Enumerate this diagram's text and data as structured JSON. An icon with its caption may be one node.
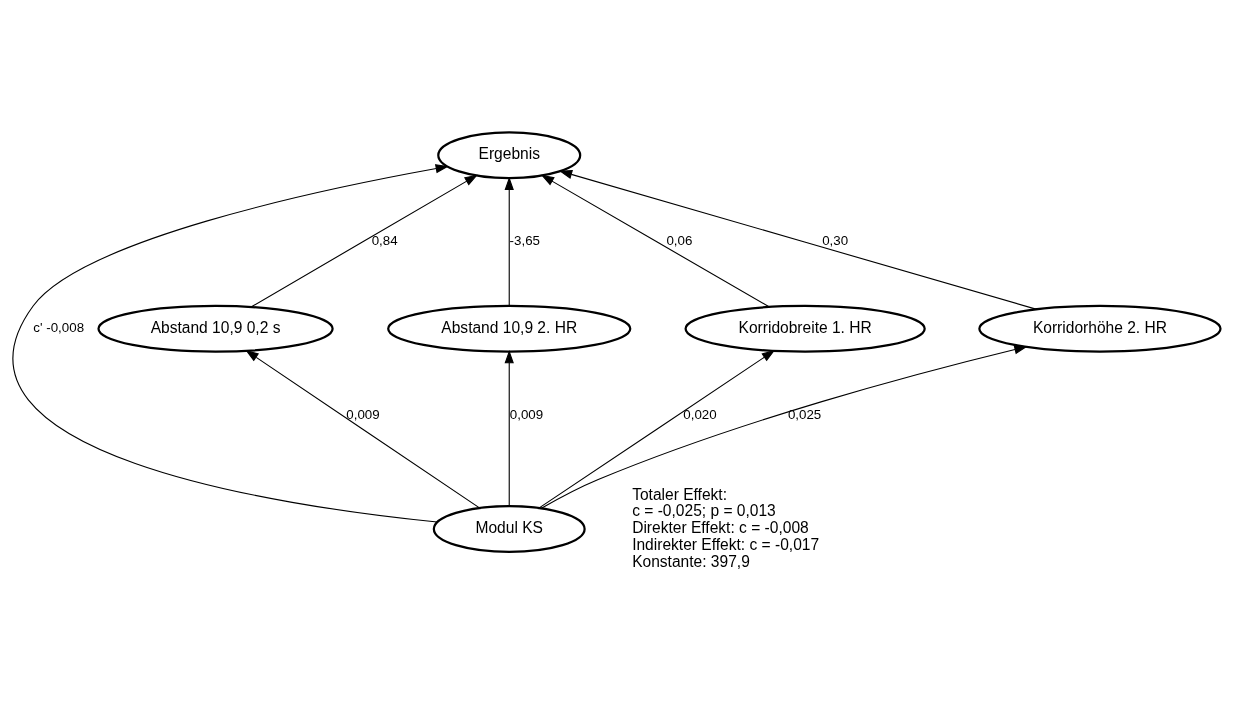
{
  "diagram": {
    "nodes": [
      {
        "text": [
          "Ergebnis"
        ]
      },
      {
        "text": [
          "Abstand 10,9 0,2 s"
        ]
      },
      {
        "text": [
          "Abstand 10,9 2. HR"
        ]
      },
      {
        "text": [
          "Korridobreite 1. HR"
        ]
      },
      {
        "text": [
          "Korridorhöhe 2. HR"
        ]
      },
      {
        "text": [
          "Modul KS"
        ]
      }
    ],
    "edges": [
      {
        "from": 1,
        "to": 0,
        "arrow": "to",
        "label": "0,84"
      },
      {
        "from": 2,
        "to": 0,
        "arrow": "to",
        "label": "-3,65"
      },
      {
        "from": 3,
        "to": 0,
        "arrow": "to",
        "label": "0,06"
      },
      {
        "from": 4,
        "to": 0,
        "arrow": "to",
        "label": "0,30"
      },
      {
        "from": 5,
        "to": 1,
        "arrow": "to",
        "label": "0,009"
      },
      {
        "from": 5,
        "to": 2,
        "arrow": "to",
        "label": "0,009"
      },
      {
        "from": 5,
        "to": 3,
        "arrow": "to",
        "label": "0,020"
      },
      {
        "from": 5,
        "to": 4,
        "arrow": "to",
        "label": "0,025"
      },
      {
        "from": 5,
        "to": 0,
        "arrow": "to",
        "label": "c' -0,008"
      }
    ],
    "labels": [
      "Totaler Effekt:",
      "c = -0,025; p = 0,013",
      "Direkter Effekt: c = -0,008",
      "Indirekter Effekt: c = -0,017",
      "Konstante: 397,9"
    ]
  }
}
